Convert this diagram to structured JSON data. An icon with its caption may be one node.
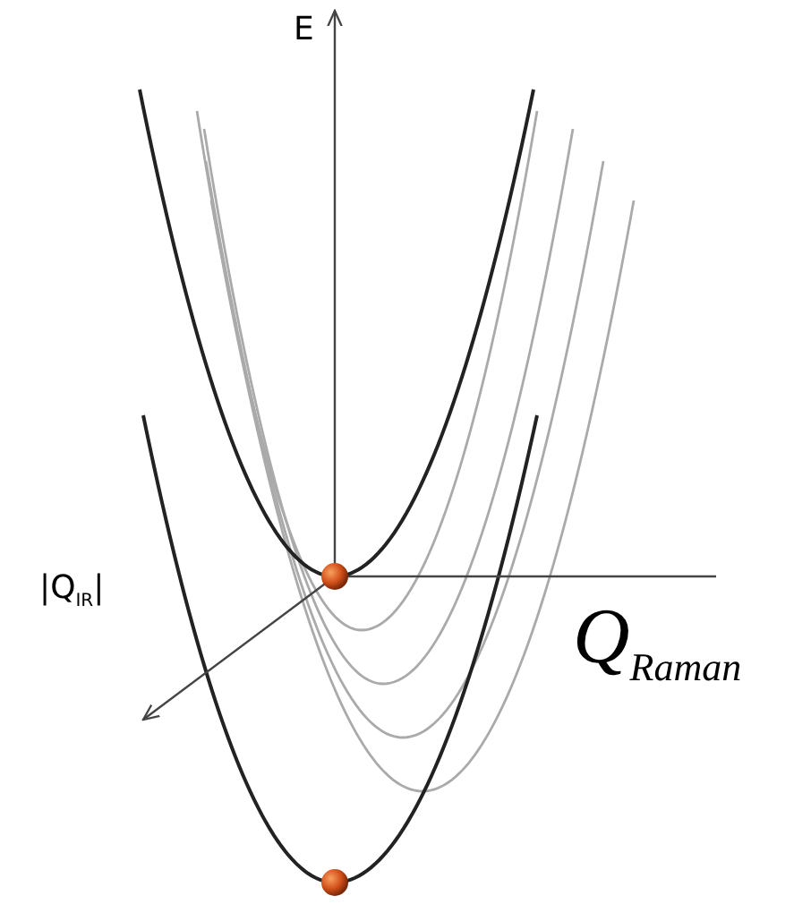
{
  "diagram": {
    "labels": [
      "E",
      "|Q$_{IR}$|",
      "Q$_{Raman}$"
    ]
  }
}
